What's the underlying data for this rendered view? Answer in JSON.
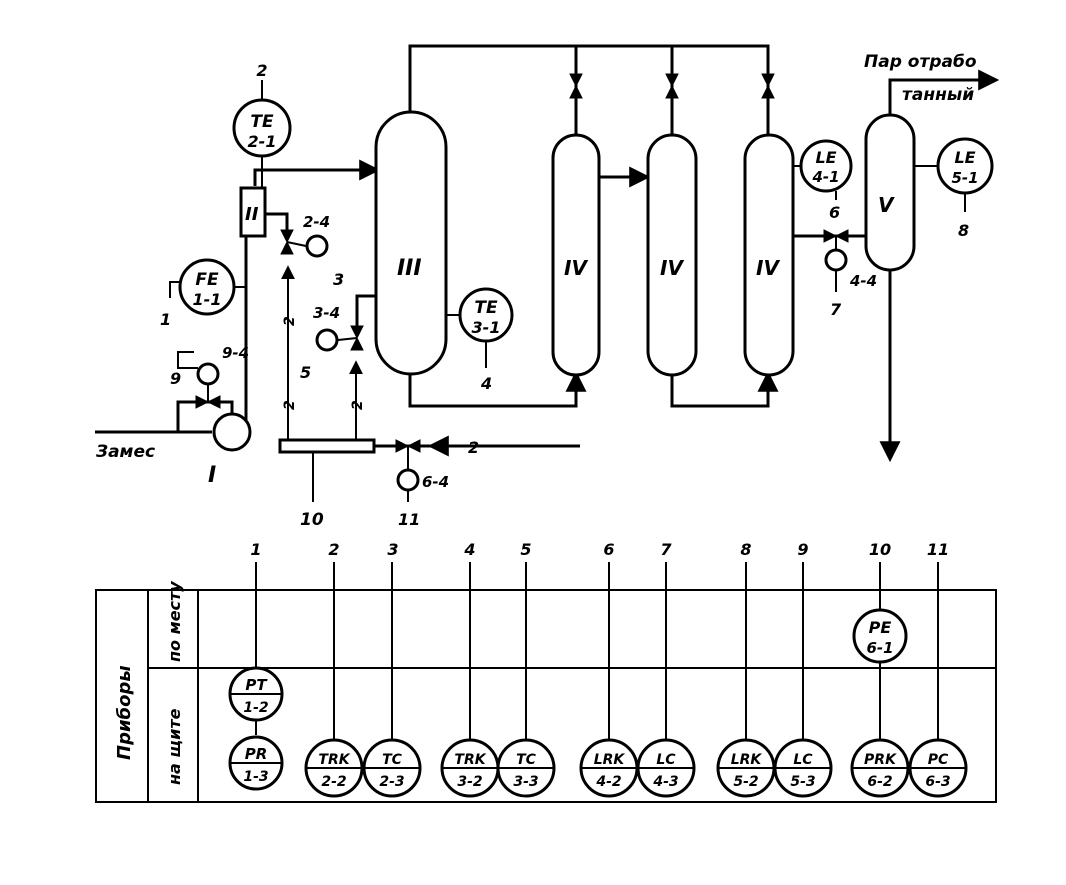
{
  "labels": {
    "steam_out_1": "Пар отрабо",
    "steam_out_2": "танный",
    "feed": "Замес",
    "pump": "I",
    "heater": "II",
    "reactor": "III",
    "col1": "IV",
    "col2": "IV",
    "col3": "IV",
    "separator": "V",
    "distributor": "10",
    "line2": "2"
  },
  "field_instruments": [
    {
      "tag": "TE",
      "num": "2-1",
      "ref": "2"
    },
    {
      "tag": "FE",
      "num": "1-1",
      "ref": "1"
    },
    {
      "tag": "TE",
      "num": "3-1",
      "ref": "4"
    },
    {
      "tag": "LE",
      "num": "4-1",
      "ref": "6"
    },
    {
      "tag": "LE",
      "num": "5-1",
      "ref": "8"
    }
  ],
  "valves": [
    {
      "num": "2-4",
      "ref": "3"
    },
    {
      "num": "3-4",
      "ref": "5"
    },
    {
      "num": "9-4",
      "ref": "9"
    },
    {
      "num": "4-4",
      "ref": "7"
    },
    {
      "num": "6-4",
      "ref": "11"
    }
  ],
  "table": {
    "side_title": "Приборы",
    "row_local": "по месту",
    "row_panel": "на щите",
    "columns": [
      "1",
      "2",
      "3",
      "4",
      "5",
      "6",
      "7",
      "8",
      "9",
      "10",
      "11"
    ],
    "local_instrument": {
      "tag": "PE",
      "num": "6-1"
    },
    "panel_instruments": [
      {
        "tag": "PT",
        "num": "1-2"
      },
      {
        "tag": "PR",
        "num": "1-3"
      },
      {
        "tag": "TRK",
        "num": "2-2"
      },
      {
        "tag": "TC",
        "num": "2-3"
      },
      {
        "tag": "TRK",
        "num": "3-2"
      },
      {
        "tag": "TC",
        "num": "3-3"
      },
      {
        "tag": "LRK",
        "num": "4-2"
      },
      {
        "tag": "LC",
        "num": "4-3"
      },
      {
        "tag": "LRK",
        "num": "5-2"
      },
      {
        "tag": "LC",
        "num": "5-3"
      },
      {
        "tag": "PRK",
        "num": "6-2"
      },
      {
        "tag": "PC",
        "num": "6-3"
      }
    ]
  }
}
